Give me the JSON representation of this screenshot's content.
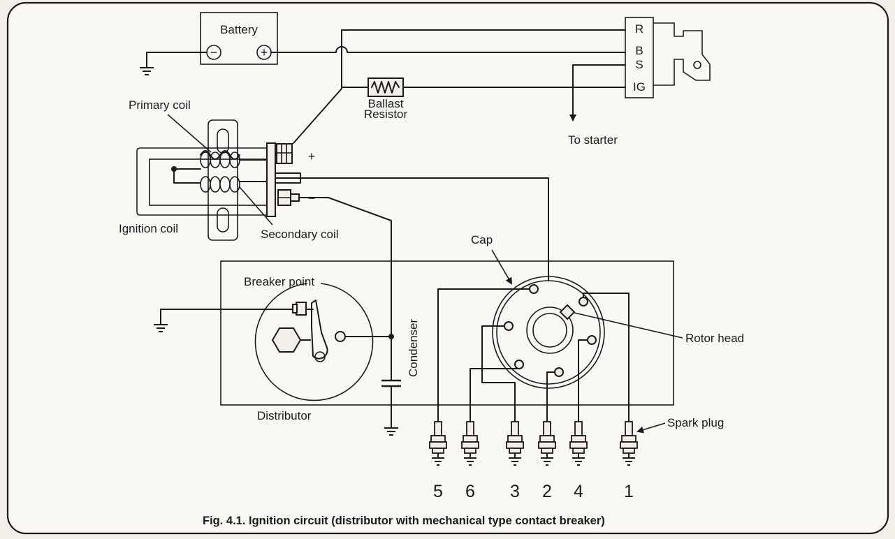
{
  "diagram": {
    "caption": "Fig. 4.1. Ignition circuit (distributor with mechanical type contact breaker)",
    "battery": {
      "label": "Battery",
      "neg": "−",
      "pos": "+"
    },
    "switch": {
      "r": "R",
      "b": "B",
      "s": "S",
      "ig": "IG"
    },
    "ballast": {
      "line1": "Ballast",
      "line2": "Resistor"
    },
    "to_starter": "To starter",
    "primary_coil": "Primary coil",
    "secondary_coil": "Secondary coil",
    "ignition_coil": "Ignition coil",
    "plus": "+",
    "minus": "−",
    "breaker_point": "Breaker point",
    "condenser": "Condenser",
    "distributor": "Distributor",
    "cap": "Cap",
    "rotor_head": "Rotor head",
    "spark_plug": "Spark plug",
    "plug_numbers": [
      "5",
      "6",
      "3",
      "2",
      "4",
      "1"
    ]
  }
}
